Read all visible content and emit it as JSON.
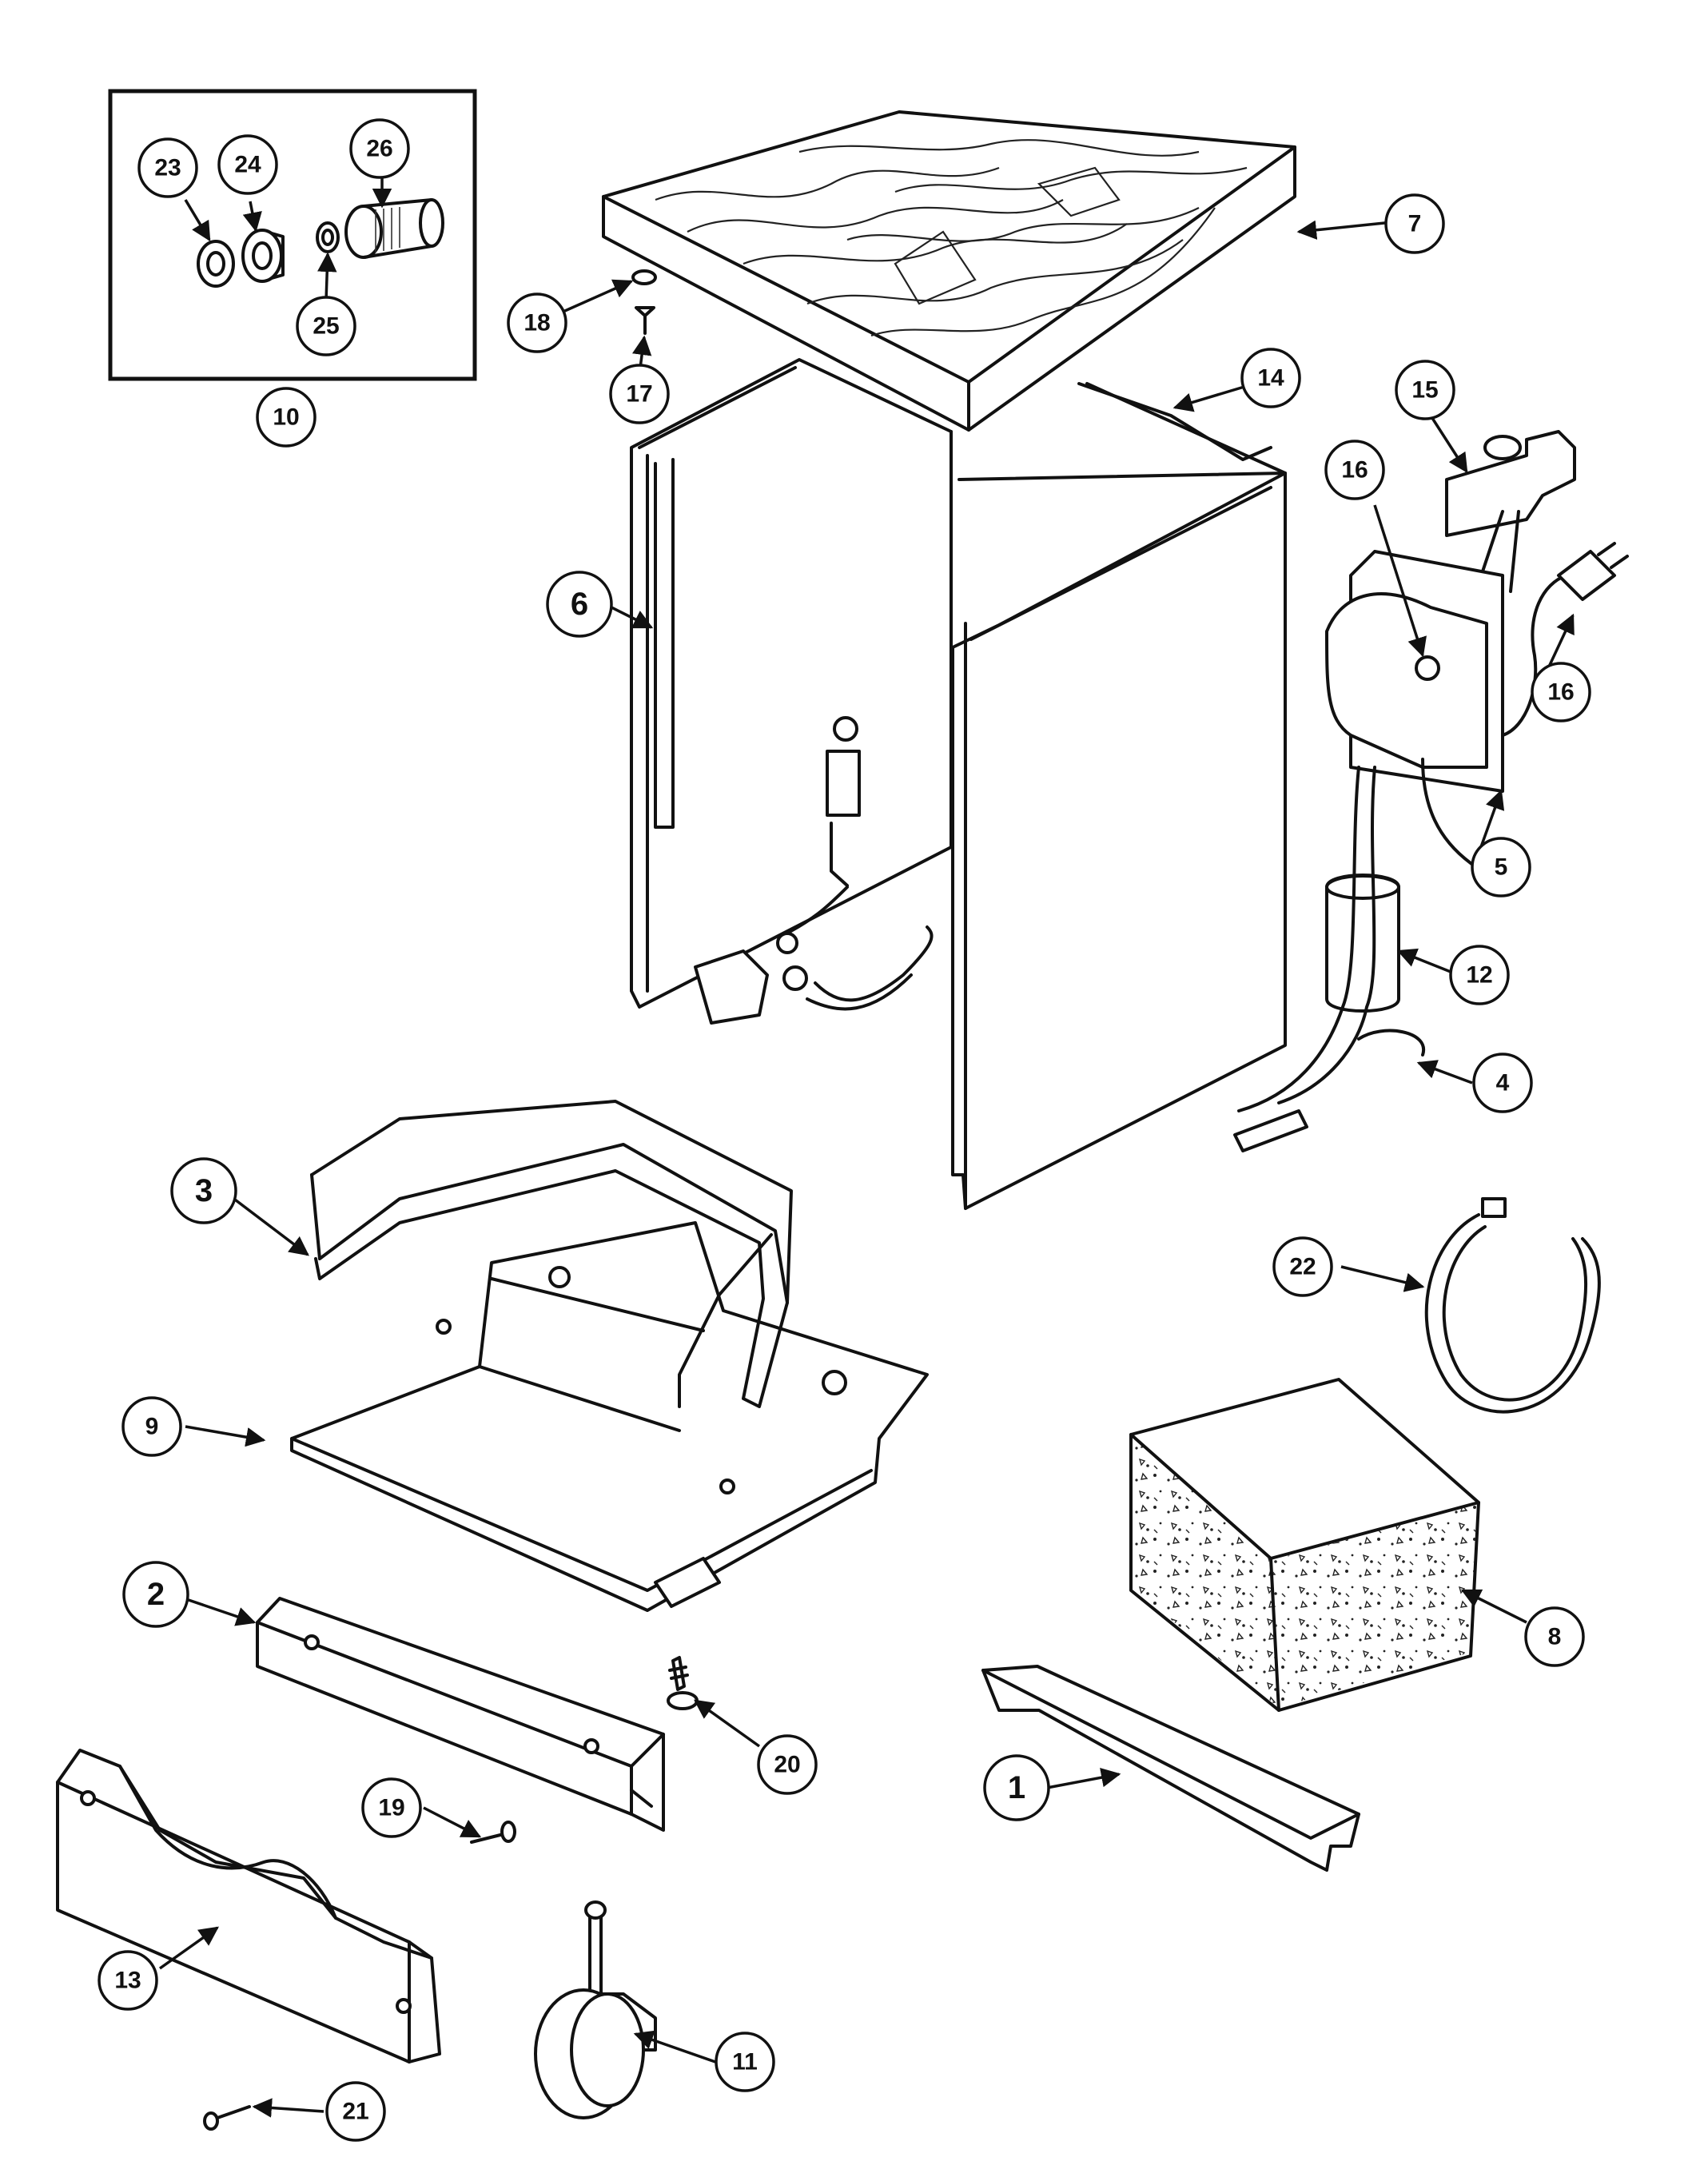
{
  "callouts": [
    {
      "id": "10",
      "label": "10"
    },
    {
      "id": "23",
      "label": "23"
    },
    {
      "id": "24",
      "label": "24"
    },
    {
      "id": "25",
      "label": "25"
    },
    {
      "id": "26",
      "label": "26"
    },
    {
      "id": "18",
      "label": "18"
    },
    {
      "id": "17",
      "label": "17"
    },
    {
      "id": "7",
      "label": "7"
    },
    {
      "id": "14",
      "label": "14"
    },
    {
      "id": "15",
      "label": "15"
    },
    {
      "id": "16a",
      "label": "16"
    },
    {
      "id": "16b",
      "label": "16"
    },
    {
      "id": "6",
      "label": "6"
    },
    {
      "id": "5",
      "label": "5"
    },
    {
      "id": "12",
      "label": "12"
    },
    {
      "id": "4",
      "label": "4"
    },
    {
      "id": "3",
      "label": "3"
    },
    {
      "id": "22",
      "label": "22"
    },
    {
      "id": "9",
      "label": "9"
    },
    {
      "id": "8",
      "label": "8"
    },
    {
      "id": "2",
      "label": "2"
    },
    {
      "id": "20",
      "label": "20"
    },
    {
      "id": "1",
      "label": "1"
    },
    {
      "id": "19",
      "label": "19"
    },
    {
      "id": "13",
      "label": "13"
    },
    {
      "id": "11",
      "label": "11"
    },
    {
      "id": "21",
      "label": "21"
    }
  ]
}
